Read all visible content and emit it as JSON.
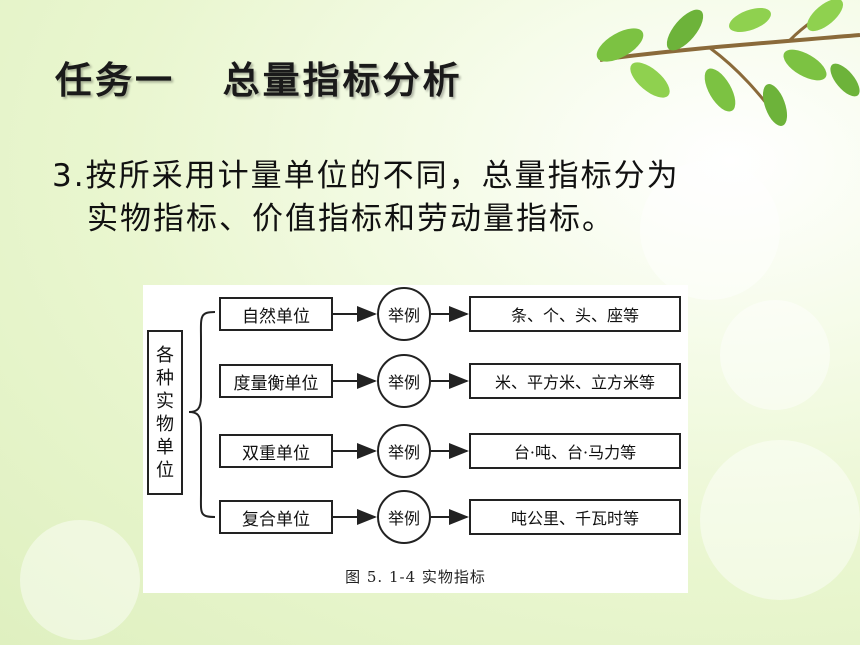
{
  "slide": {
    "title": "任务一   总量指标分析",
    "body_line1": "3.按所采用计量单位的不同，总量指标分为",
    "body_line2": "实物指标、价值指标和劳动量指标。"
  },
  "diagram": {
    "root_chars": [
      "各",
      "种",
      "实",
      "物",
      "单",
      "位"
    ],
    "example_label": "举例",
    "rows": [
      {
        "unit": "自然单位",
        "example": "条、个、头、座等"
      },
      {
        "unit": "度量衡单位",
        "example": "米、平方米、立方米等"
      },
      {
        "unit": "双重单位",
        "example": "台·吨、台·马力等"
      },
      {
        "unit": "复合单位",
        "example": "吨公里、千瓦时等"
      }
    ],
    "caption": "图 5. 1-4   实物指标"
  },
  "colors": {
    "leaf_green": "#7cc242",
    "branch_brown": "#8a6a3a"
  }
}
